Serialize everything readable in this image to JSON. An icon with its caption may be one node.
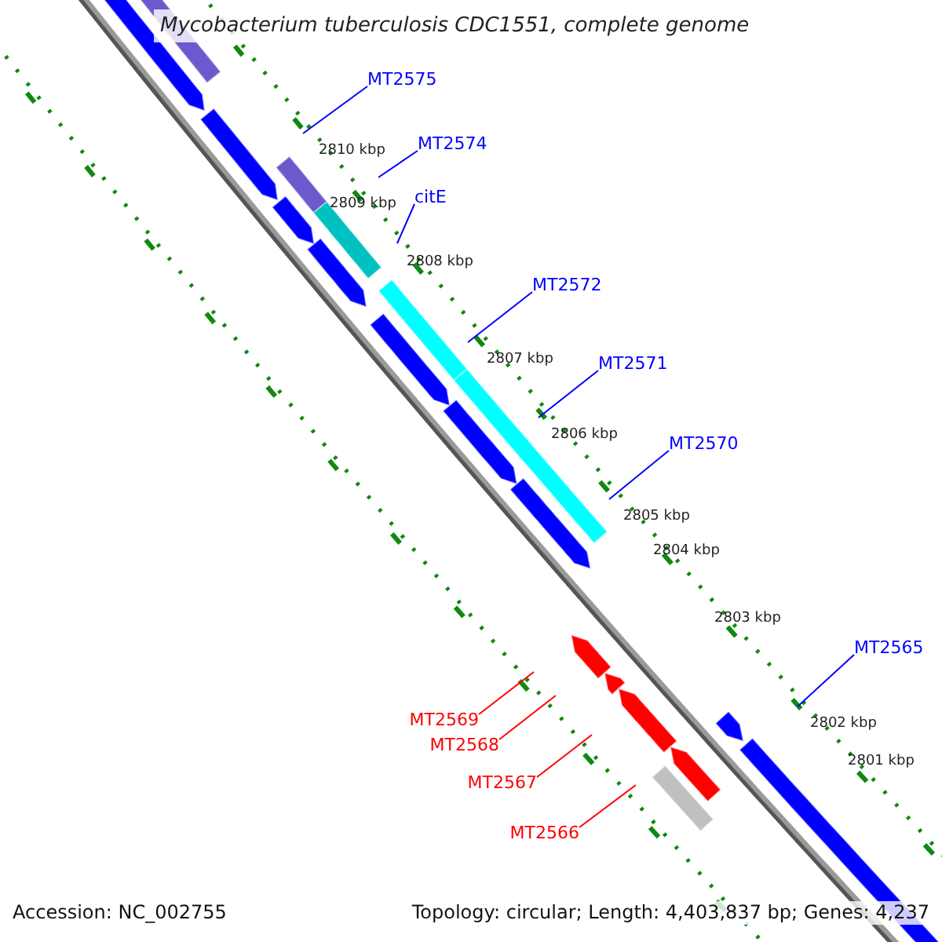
{
  "diagram": {
    "title": "Mycobacterium tuberculosis CDC1551, complete genome",
    "nodes": [
      {
        "text": [
          "MT2575"
        ]
      },
      {
        "text": [
          "MT2574"
        ]
      },
      {
        "text": [
          "citE"
        ]
      },
      {
        "text": [
          "MT2572"
        ]
      },
      {
        "text": [
          "MT2571"
        ]
      },
      {
        "text": [
          "MT2570"
        ]
      },
      {
        "text": [
          "MT2565"
        ]
      },
      {
        "text": [
          "MT2569"
        ]
      },
      {
        "text": [
          "MT2568"
        ]
      },
      {
        "text": [
          "MT2567"
        ]
      },
      {
        "text": [
          "MT2566"
        ]
      }
    ],
    "edges": [
      {
        "from": 0,
        "to": null,
        "arrow": "none"
      },
      {
        "from": 1,
        "to": null,
        "arrow": "none"
      },
      {
        "from": 2,
        "to": null,
        "arrow": "none"
      },
      {
        "from": 3,
        "to": null,
        "arrow": "none"
      },
      {
        "from": 4,
        "to": null,
        "arrow": "none"
      },
      {
        "from": 5,
        "to": null,
        "arrow": "none"
      },
      {
        "from": 6,
        "to": null,
        "arrow": "none"
      },
      {
        "from": 7,
        "to": null,
        "arrow": "none",
        "color": "#ff0000"
      },
      {
        "from": 8,
        "to": null,
        "arrow": "none",
        "color": "#ff0000"
      },
      {
        "from": 9,
        "to": null,
        "arrow": "none",
        "color": "#ff0000"
      },
      {
        "from": 10,
        "to": null,
        "arrow": "none",
        "color": "#ff0000"
      }
    ],
    "labels": [
      "2810 kbp",
      "2809 kbp",
      "2808 kbp",
      "2807 kbp",
      "2806 kbp",
      "2805 kbp",
      "2804 kbp",
      "2803 kbp",
      "2802 kbp",
      "2801 kbp",
      "Accession: NC_002755",
      "Topology: circular; Length: 4,403,837 bp; Genes: 4,237"
    ]
  }
}
